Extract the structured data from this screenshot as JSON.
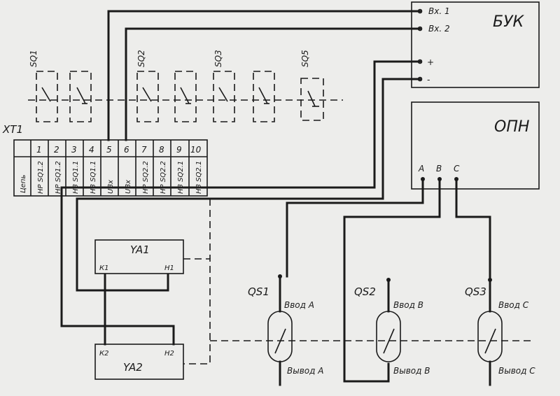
{
  "buk": {
    "title": "БУК",
    "in1": "Вх. 1",
    "in2": "Вх. 2",
    "plus": "+",
    "minus": "-"
  },
  "opn": {
    "title": "ОПН",
    "phase_a": "A",
    "phase_b": "B",
    "phase_c": "C"
  },
  "switches": {
    "sq1": "SQ1",
    "sq2": "SQ2",
    "sq3": "SQ3",
    "sq5": "SQ5"
  },
  "terminal": {
    "name": "XT1",
    "header": "Цепь",
    "numbers": [
      "1",
      "2",
      "3",
      "4",
      "5",
      "6",
      "7",
      "8",
      "9",
      "10"
    ],
    "circuits": [
      "НР SQ1.2",
      "НР SQ1.2",
      "НЗ SQ1.1",
      "НЗ SQ1.1",
      "UВх",
      "UВх",
      "НР SQ2.2",
      "НР SQ2.2",
      "НЗ SQ2.1",
      "НЗ SQ2.1"
    ]
  },
  "ya1": {
    "name": "YA1",
    "k": "К1",
    "n": "Н1"
  },
  "ya2": {
    "name": "YA2",
    "k": "К2",
    "n": "Н2"
  },
  "breakers": [
    {
      "name": "QS1",
      "in": "Ввод A",
      "out": "Вывод A"
    },
    {
      "name": "QS2",
      "in": "Ввод B",
      "out": "Вывод B"
    },
    {
      "name": "QS3",
      "in": "Ввод C",
      "out": "Вывод C"
    }
  ]
}
